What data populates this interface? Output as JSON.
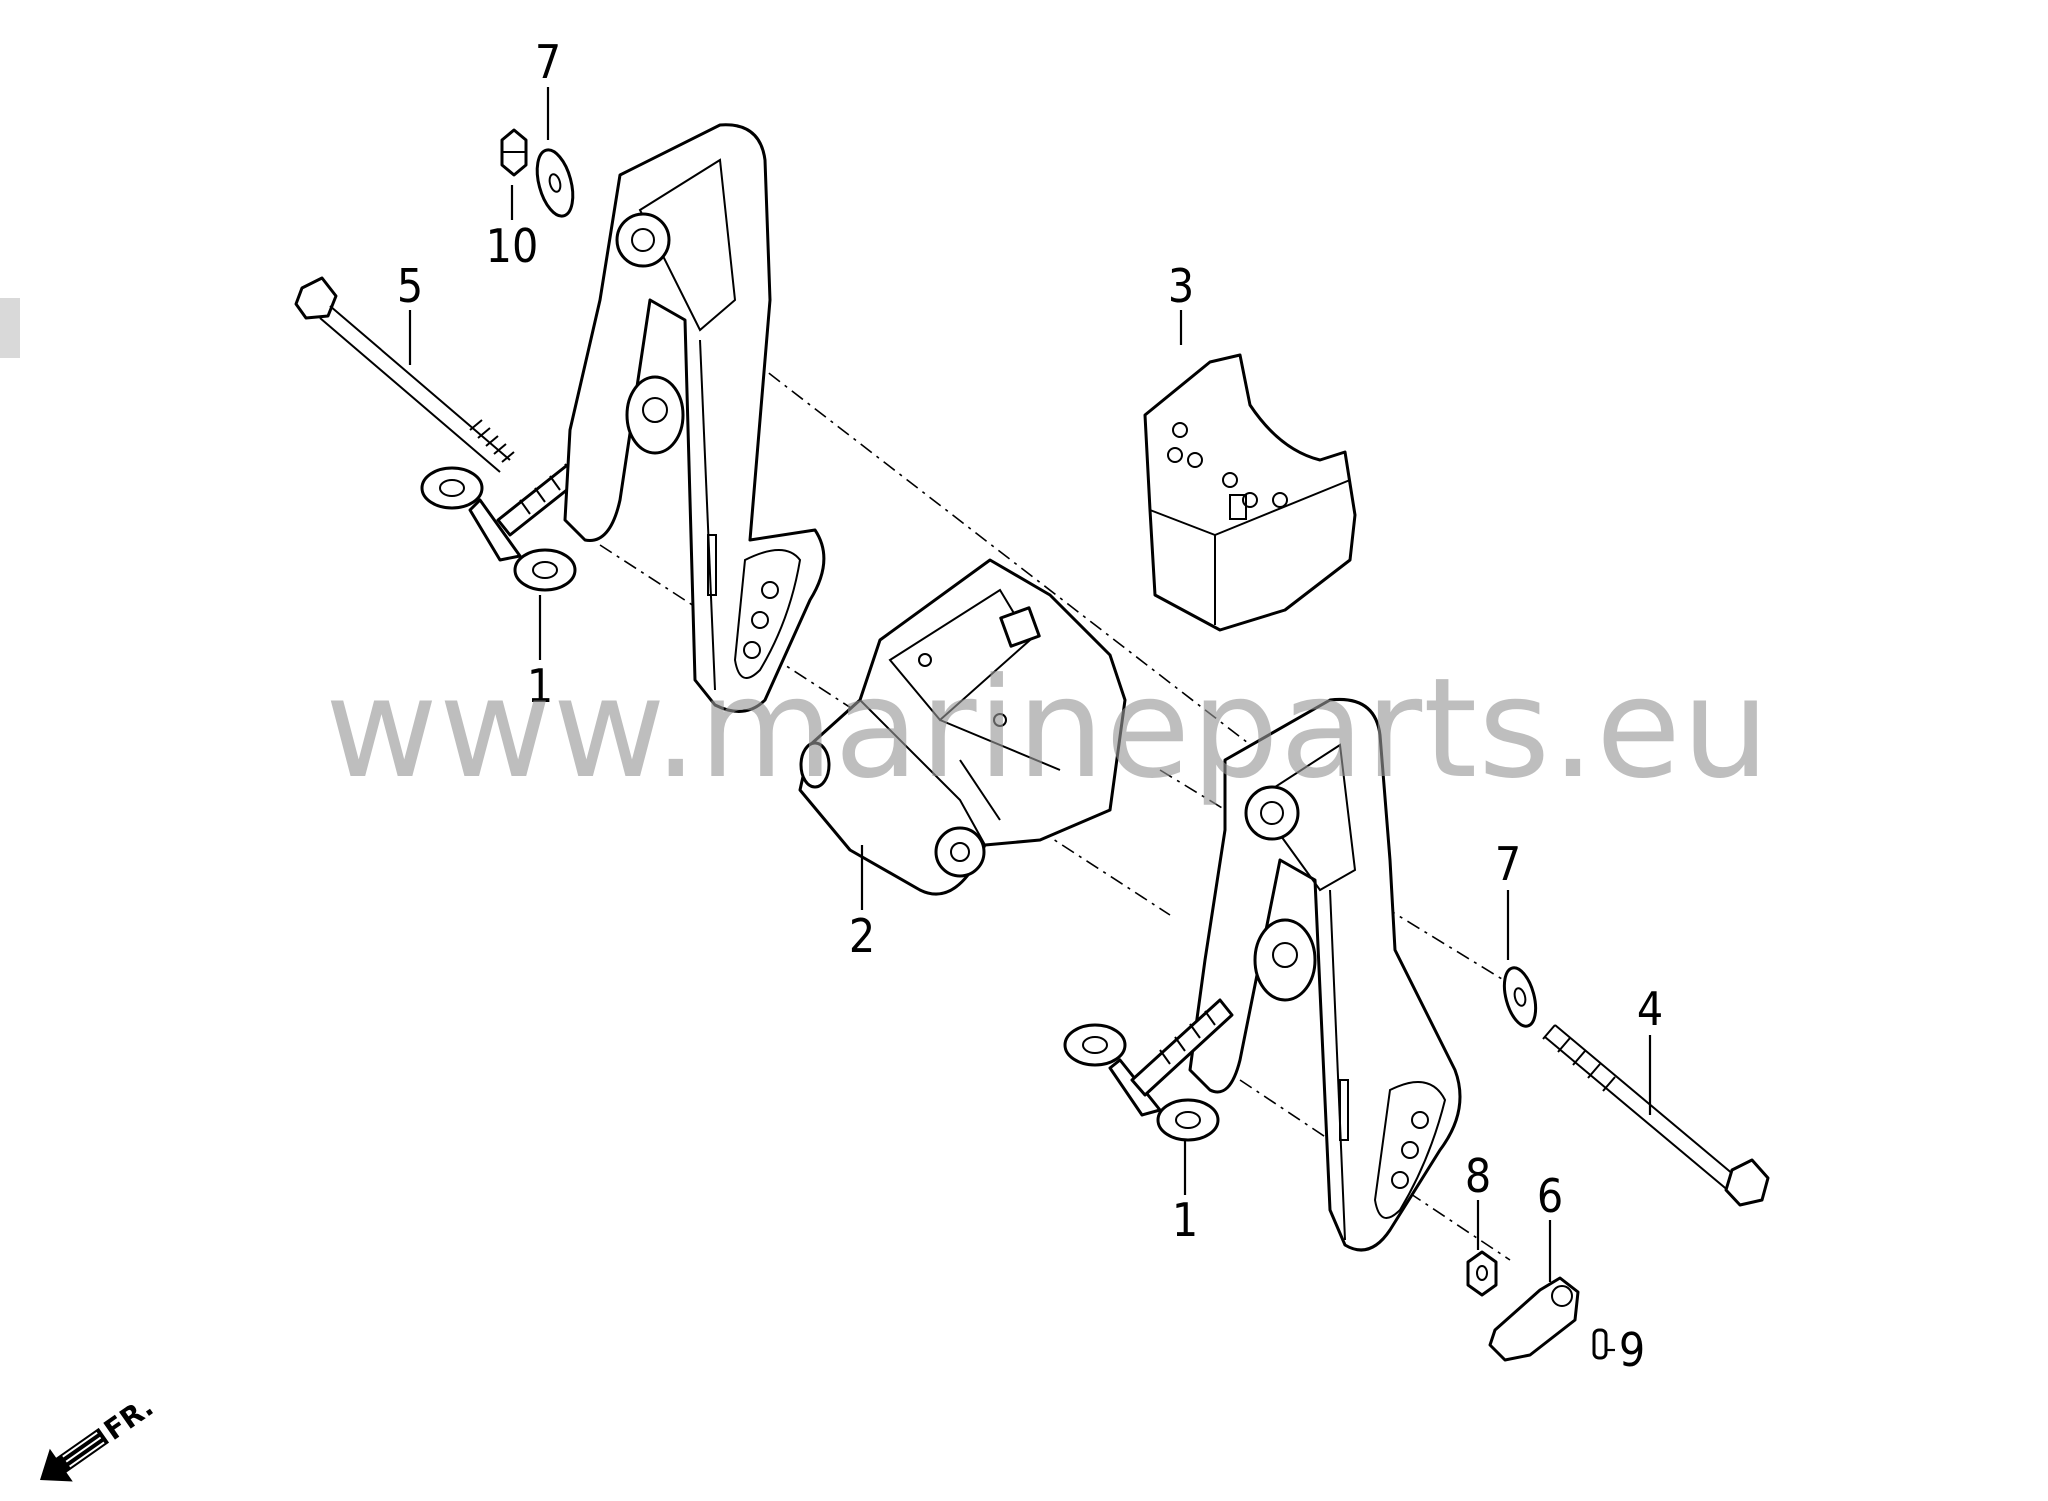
{
  "callouts": [
    {
      "id": "c7a",
      "text": "7"
    },
    {
      "id": "c10",
      "text": "10"
    },
    {
      "id": "c5",
      "text": "5"
    },
    {
      "id": "c1a",
      "text": "1"
    },
    {
      "id": "c3",
      "text": "3"
    },
    {
      "id": "c2",
      "text": "2"
    },
    {
      "id": "c7b",
      "text": "7"
    },
    {
      "id": "c4",
      "text": "4"
    },
    {
      "id": "c1b",
      "text": "1"
    },
    {
      "id": "c8",
      "text": "8"
    },
    {
      "id": "c6",
      "text": "6"
    },
    {
      "id": "c9",
      "text": "9"
    }
  ],
  "direction_label": "FR.",
  "watermark": "www.marineparts.eu",
  "colors": {
    "ink": "#000000",
    "watermark": "#969696",
    "background": "#ffffff"
  }
}
